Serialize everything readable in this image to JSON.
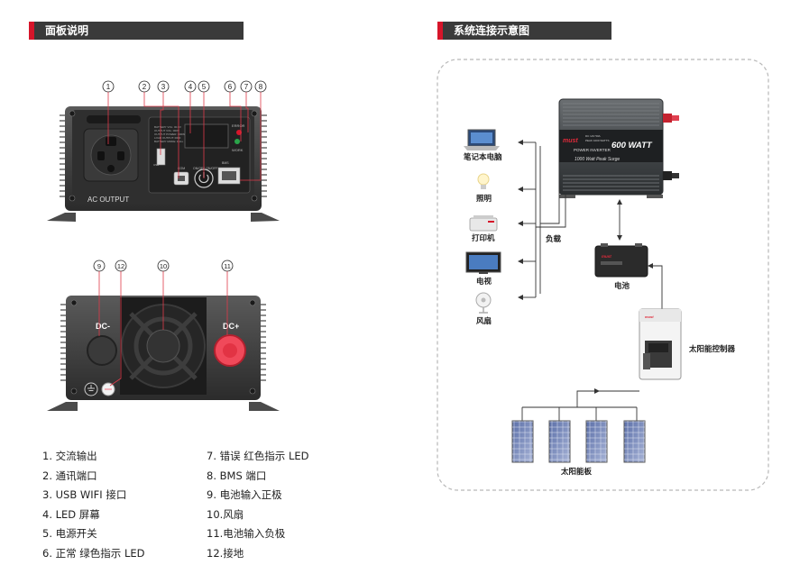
{
  "headers": {
    "panel": "面板说明",
    "system": "系统连接示意图"
  },
  "front_panel": {
    "callouts": [
      "1",
      "2",
      "3",
      "4",
      "5",
      "6",
      "7",
      "8"
    ],
    "ac_output_label": "AC OUTPUT",
    "com_label": "COM",
    "usb_label": "USB",
    "switch_label": "ON/OFF ON/OFF",
    "bms_label": "BMS",
    "error_label": "ERROR",
    "work_label": "WORK",
    "lcd_lines": [
      "BATTERY VOL: 00.0V",
      "OUTPUT VOL: 000V",
      "OUTPUT POWER: 000W",
      "LOAD OUTPUT: 000F",
      "BATTERY MODE: FULL"
    ]
  },
  "rear_panel": {
    "callouts": [
      "9",
      "12",
      "10",
      "11"
    ],
    "dc_minus": "DC-",
    "dc_plus": "DC+"
  },
  "legend_left": [
    "1.  交流输出",
    "2.  通讯端口",
    "3.  USB WIFI 接口",
    "4.  LED 屏幕",
    "5.  电源开关",
    "6.  正常 绿色指示 LED"
  ],
  "legend_right": [
    "7.  错误 红色指示 LED",
    "8.  BMS 端口",
    "9.  电池输入正极",
    "10.风扇",
    "11.电池输入负极",
    "12.接地"
  ],
  "system": {
    "loads": [
      "笔记本电脑",
      "照明",
      "打印机",
      "电视",
      "风扇"
    ],
    "load_label": "负载",
    "battery": "电池",
    "controller": "太阳能控制器",
    "panels": "太阳能板",
    "inverter": {
      "brand": "must",
      "title": "600 WATT",
      "subtitle": "POWER INVERTER",
      "surge": "1000 Watt Peak Surge",
      "small_lines": [
        "DC 12V 50A",
        "PEAK 1000 WATTS"
      ]
    },
    "battery_brand": "must",
    "controller_brand": "must"
  }
}
